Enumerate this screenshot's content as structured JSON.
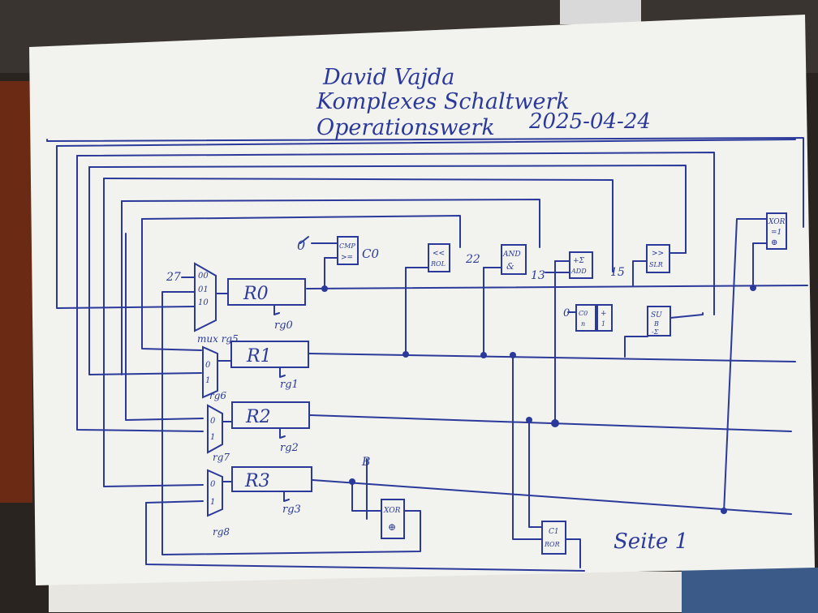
{
  "header": {
    "author": "David Vajda",
    "title": "Komplexes Schaltwerk",
    "subtitle": "Operationswerk",
    "date": "2025-04-24"
  },
  "registers": [
    {
      "label": "R0",
      "signal": "rg0"
    },
    {
      "label": "R1",
      "signal": "rg1"
    },
    {
      "label": "R2",
      "signal": "rg2"
    },
    {
      "label": "R3",
      "signal": "rg3"
    }
  ],
  "muxes": [
    {
      "inputs": [
        "00",
        "01",
        "10"
      ],
      "select": "mux rg5",
      "const_in": "27"
    },
    {
      "inputs": [
        "0",
        "1"
      ],
      "select": "rg6"
    },
    {
      "inputs": [
        "0",
        "1"
      ],
      "select": "rg7"
    },
    {
      "inputs": [
        "0",
        "1"
      ],
      "select": "rg8"
    }
  ],
  "units": {
    "cmp": {
      "line1": "CMP",
      "line2": ">=",
      "output": "C0",
      "const_in": "0"
    },
    "rol": {
      "line1": "<<",
      "line2": "ROL"
    },
    "and": {
      "line1": "AND",
      "line2": "&",
      "const_in": "22"
    },
    "add": {
      "line1": "+Σ",
      "line2": "ADD",
      "const_in": "13"
    },
    "slr": {
      "line1": ">>",
      "line2": "SLR",
      "const_in": "15"
    },
    "xor_top": {
      "line1": "XOR",
      "line2": "=1",
      "line3": "⊕"
    },
    "inc": {
      "const_in": "0",
      "line1": "C0",
      "line2": "n",
      "line3": "+",
      "line4": "1"
    },
    "sub": {
      "line1": "SU",
      "line2": "B",
      "line3": "-Σ"
    },
    "xor_bottom": {
      "line1": "XOR",
      "line2": "⊕",
      "const_in": "B"
    },
    "cror": {
      "line1": "C1",
      "line2": "ROR"
    }
  },
  "footer": {
    "page": "Seite 1"
  },
  "colors": {
    "ink": "#2b3a9a",
    "paper": "#f2f2ee",
    "background": "#2a2420"
  }
}
